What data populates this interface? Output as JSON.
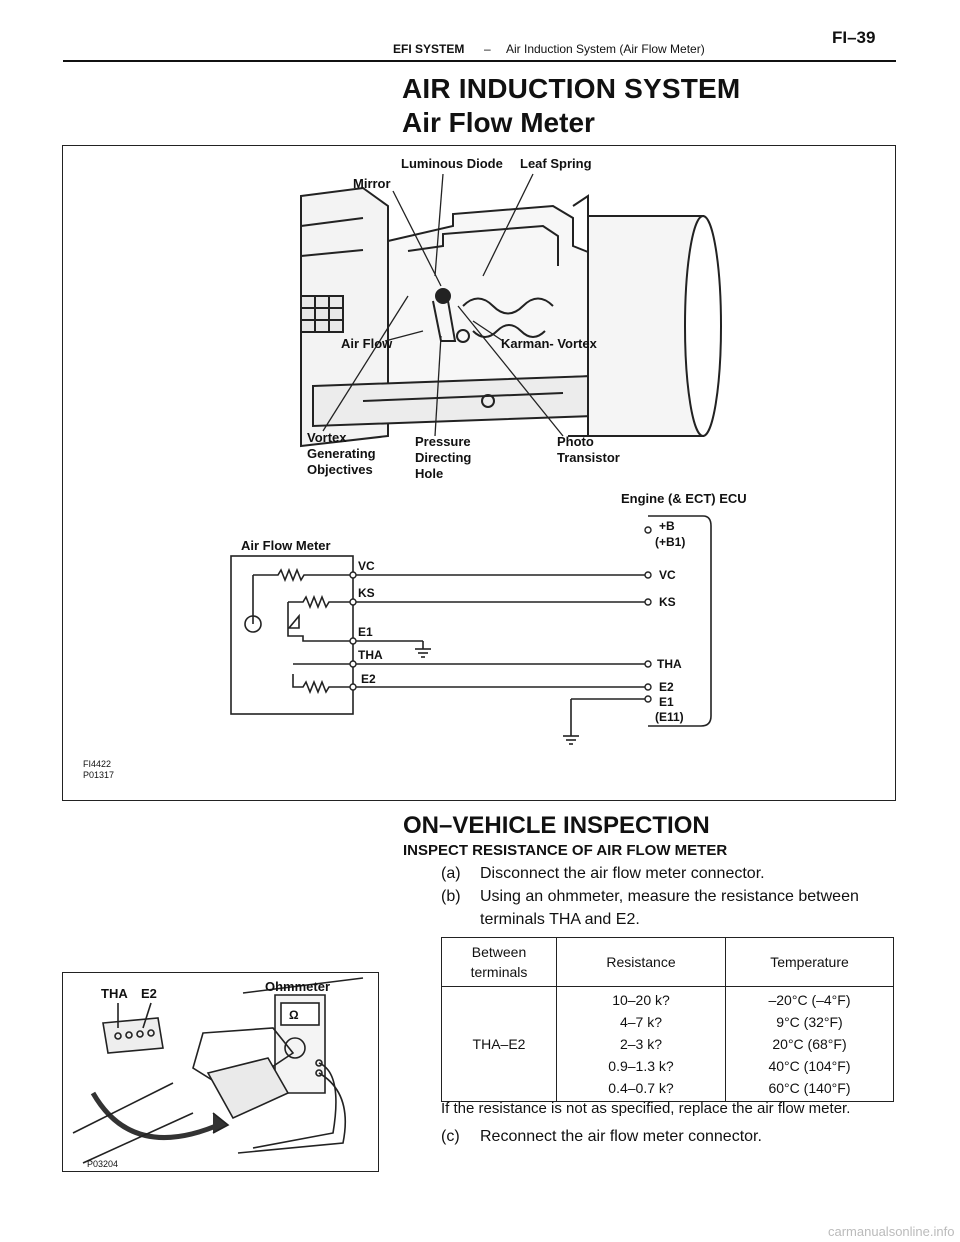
{
  "header": {
    "section": "EFI SYSTEM",
    "dash": "–",
    "subsection": "Air Induction System (Air Flow Meter)",
    "page": "FI–39"
  },
  "title": {
    "line1": "AIR INDUCTION SYSTEM",
    "line2": "Air Flow Meter"
  },
  "figure_main": {
    "labels": {
      "luminous_diode": "Luminous Diode",
      "leaf_spring": "Leaf Spring",
      "mirror": "Mirror",
      "air_flow": "Air Flow",
      "karman_vortex": "Karman- Vortex",
      "vortex_gen": [
        "Vortex",
        "Generating",
        "Objectives"
      ],
      "pressure_hole": [
        "Pressure",
        "Directing",
        "Hole"
      ],
      "photo_transistor": [
        "Photo",
        "Transistor"
      ],
      "ecu_title": "Engine (& ECT) ECU",
      "meter_title": "Air Flow Meter",
      "ecu_pins": [
        "+B",
        "(+B1)",
        "VC",
        "KS",
        "THA",
        "E2",
        "E1",
        "(E11)"
      ],
      "meter_pins": [
        "VC",
        "KS",
        "E1",
        "THA",
        "E2"
      ]
    },
    "codes": [
      "FI4422",
      "P01317"
    ]
  },
  "figure_small": {
    "labels": {
      "tha": "THA",
      "e2": "E2",
      "ohmmeter": "Ohmmeter",
      "ohm_symbol": "Ω"
    },
    "code": "P03204"
  },
  "inspection": {
    "heading": "ON–VEHICLE INSPECTION",
    "subheading": "INSPECT RESISTANCE OF AIR FLOW METER",
    "steps": [
      {
        "label": "(a)",
        "text": "Disconnect the air flow meter connector."
      },
      {
        "label": "(b)",
        "text": "Using an ohmmeter, measure the resistance between",
        "text2": "terminals THA and E2."
      },
      {
        "label": "(c)",
        "text": "Reconnect the air flow meter connector."
      }
    ],
    "table": {
      "headers": [
        "Between terminals",
        "Resistance",
        "Temperature"
      ],
      "terminals": "THA–E2",
      "resistance": [
        "10–20 k?",
        "4–7 k?",
        "2–3 k?",
        "0.9–1.3 k?",
        "0.4–0.7 k?"
      ],
      "temperature": [
        "–20°C (–4°F)",
        "9°C (32°F)",
        "20°C (68°F)",
        "40°C (104°F)",
        "60°C (140°F)"
      ]
    },
    "note": "If the resistance is not as specified, replace the air flow meter."
  },
  "watermark": "carmanualsonline.info"
}
